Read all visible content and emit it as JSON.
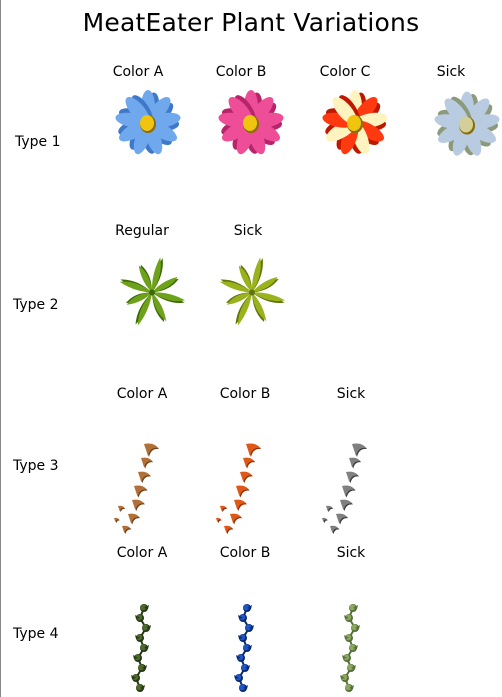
{
  "title": "MeatEater Plant Variations",
  "rows": [
    {
      "label": "Type 1",
      "columns": [
        "Color A",
        "Color B",
        "Color C",
        "Sick"
      ],
      "sprites": [
        {
          "kind": "flower",
          "petal": "#6fa8ec",
          "petal_dark": "#3e78c8",
          "center": "#f1c40f"
        },
        {
          "kind": "flower",
          "petal": "#ee4e98",
          "petal_dark": "#b8246a",
          "center": "#f1c40f"
        },
        {
          "kind": "flower",
          "petal": "#ff3a10",
          "petal_dark": "#c01800",
          "alt": "#fff4c0",
          "center": "#f1c40f"
        },
        {
          "kind": "flower",
          "petal": "#b9cbe0",
          "petal_dark": "#8a9a7a",
          "center": "#d4cf98"
        }
      ]
    },
    {
      "label": "Type 2",
      "columns": [
        "Regular",
        "Sick"
      ],
      "sprites": [
        {
          "kind": "leaf",
          "color": "#6ea21a",
          "dark": "#3d6a08"
        },
        {
          "kind": "leaf",
          "color": "#9ab31c",
          "dark": "#5f740a"
        }
      ]
    },
    {
      "label": "Type 3",
      "columns": [
        "Color A",
        "Color B",
        "Sick"
      ],
      "sprites": [
        {
          "kind": "thorn",
          "color": "#b07038",
          "dark": "#6d3f18"
        },
        {
          "kind": "thorn",
          "color": "#e05818",
          "dark": "#8a2e06"
        },
        {
          "kind": "thorn",
          "color": "#808080",
          "dark": "#3a3a3a"
        }
      ]
    },
    {
      "label": "Type 4",
      "columns": [
        "Color A",
        "Color B",
        "Sick"
      ],
      "sprites": [
        {
          "kind": "vine",
          "color": "#4e6a2c",
          "dark": "#263816"
        },
        {
          "kind": "vine",
          "color": "#1e58c8",
          "dark": "#0b2a6e"
        },
        {
          "kind": "vine",
          "color": "#8ca860",
          "dark": "#56703a"
        }
      ]
    }
  ]
}
